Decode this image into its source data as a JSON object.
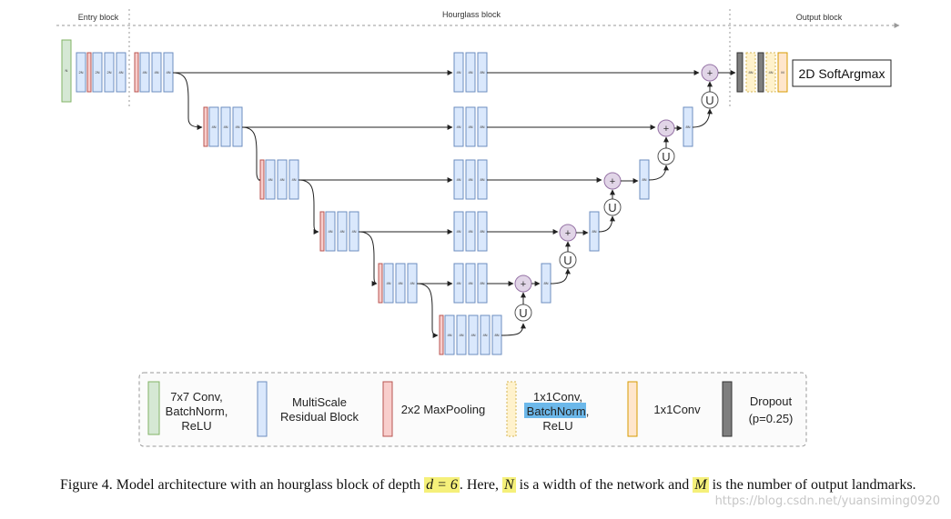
{
  "sections": {
    "entry": "Entry block",
    "hourglass": "Hourglass block",
    "output": "Output block"
  },
  "block_labels": {
    "entry_conv": "N",
    "two_n": "2N",
    "four_n": "4N",
    "eight_n": "8N",
    "m": "M"
  },
  "ops": {
    "add": "+",
    "upsample": "U"
  },
  "softargmax": "2D SoftArgmax",
  "legend": {
    "conv7": [
      "7x7 Conv,",
      "BatchNorm,",
      "ReLU"
    ],
    "residual": [
      "MultiScale",
      "Residual Block"
    ],
    "maxpool": "2x2 MaxPooling",
    "conv1_bn": [
      "1x1Conv,",
      "BatchNorm,",
      "ReLU"
    ],
    "conv1": "1x1Conv",
    "dropout": [
      "Dropout",
      "(p=0.25)"
    ]
  },
  "colors": {
    "conv7": "#d5e8d4",
    "residual": "#dae8fc",
    "maxpool": "#f8cecc",
    "conv1_bn": "#fff2cc",
    "conv1": "#ffe6cc",
    "dropout": "#7f7f7f",
    "op": "#e1d5e7",
    "highlight": "#f5f07a",
    "select": "#6cb8ea"
  },
  "caption": {
    "p1": "Figure 4. Model architecture with an hourglass block of depth ",
    "d": "d = 6",
    "p2": ". Here, ",
    "n": "N",
    "p3": " is a width of the network and ",
    "m": "M",
    "p4": " is the number of output landmarks."
  },
  "watermark": "https://blog.csdn.net/yuansiming0920"
}
